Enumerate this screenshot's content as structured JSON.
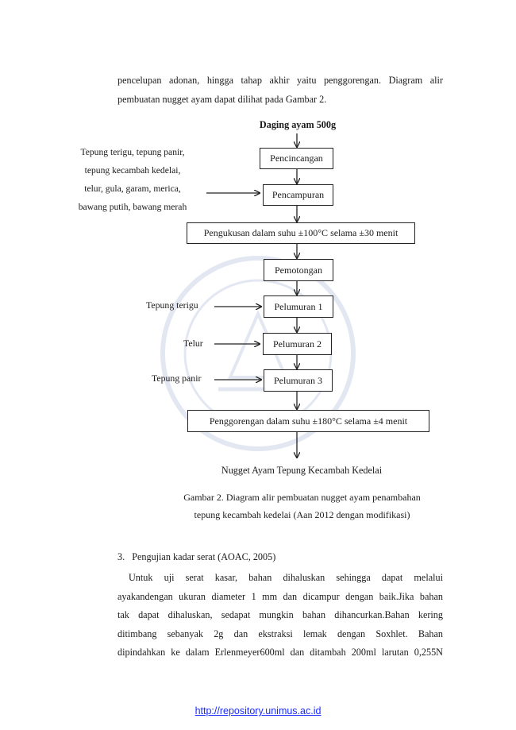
{
  "intro": {
    "line1": "pencelupan adonan, hingga tahap akhir yaitu penggorengan. Diagram alir",
    "line2": "pembuatan nugget ayam dapat dilihat pada Gambar 2."
  },
  "flow": {
    "start": "Daging ayam 500g",
    "steps": [
      "Pencincangan",
      "Pencampuran",
      "Pengukusan dalam suhu ±100°C selama ±30 menit",
      "Pemotongan",
      "Pelumuran 1",
      "Pelumuran 2",
      "Pelumuran 3",
      "Penggorengan dalam suhu ±180°C selama ±4 menit"
    ],
    "ingredients": [
      "Tepung terigu, tepung panir,",
      "tepung kecambah kedelai,",
      "telur, gula, garam, merica,",
      "bawang putih, bawang merah"
    ],
    "inputs": [
      "Tepung terigu",
      "Telur",
      "Tepung panir"
    ],
    "end": "Nugget Ayam Tepung Kecambah Kedelai"
  },
  "caption": {
    "line1": "Gambar 2. Diagram alir pembuatan nugget ayam penambahan",
    "line2": "tepung kecambah kedelai (Aan 2012 dengan modifikasi)"
  },
  "section": {
    "number": "3.",
    "title": "Pengujian kadar serat (AOAC, 2005)",
    "lines": [
      "Untuk uji serat kasar, bahan dihaluskan sehingga dapat melalui",
      "ayakandengan ukuran diameter 1 mm dan dicampur dengan baik.Jika bahan",
      "tak dapat dihaluskan, sedapat mungkin bahan dihancurkan.Bahan kering",
      "ditimbang sebanyak 2g dan ekstraksi lemak dengan Soxhlet. Bahan",
      "dipindahkan ke dalam Erlenmeyer600ml dan ditambah 200ml larutan 0,255N"
    ]
  },
  "footer": {
    "link": "http://repository.unimus.ac.id"
  }
}
